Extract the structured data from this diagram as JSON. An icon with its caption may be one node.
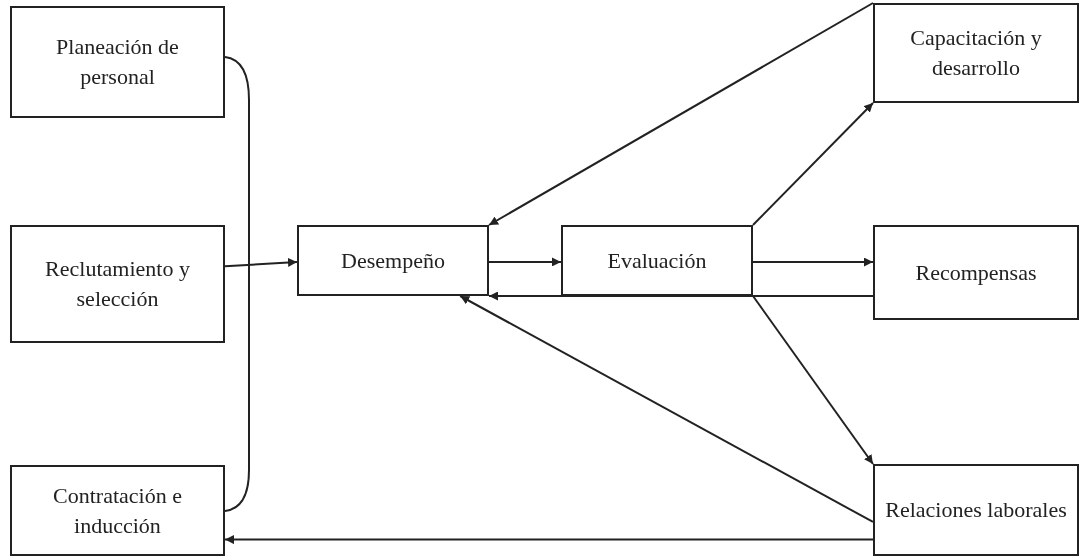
{
  "diagram": {
    "nodes": [
      {
        "text": [
          "Planeación de personal"
        ]
      },
      {
        "text": [
          "Reclutamiento y selección"
        ]
      },
      {
        "text": [
          "Contratación e inducción"
        ]
      },
      {
        "text": [
          "Desempeño"
        ]
      },
      {
        "text": [
          "Evaluación"
        ]
      },
      {
        "text": [
          "Capacitación y desarrollo"
        ]
      },
      {
        "text": [
          "Recompensas"
        ]
      },
      {
        "text": [
          "Relaciones laborales"
        ]
      }
    ],
    "edges": [
      {
        "from": 1,
        "to": 3,
        "arrow": "to"
      },
      {
        "from": 3,
        "to": 4,
        "arrow": "to"
      },
      {
        "from": 4,
        "to": 6,
        "arrow": "to"
      },
      {
        "from": 6,
        "to": 3,
        "arrow": "to"
      },
      {
        "from": 4,
        "to": 5,
        "arrow": "to"
      },
      {
        "from": 5,
        "to": 3,
        "arrow": "to"
      },
      {
        "from": 4,
        "to": 7,
        "arrow": "to"
      },
      {
        "from": 7,
        "to": 3,
        "arrow": "to"
      },
      {
        "from": 7,
        "to": 2,
        "arrow": "to"
      }
    ]
  }
}
